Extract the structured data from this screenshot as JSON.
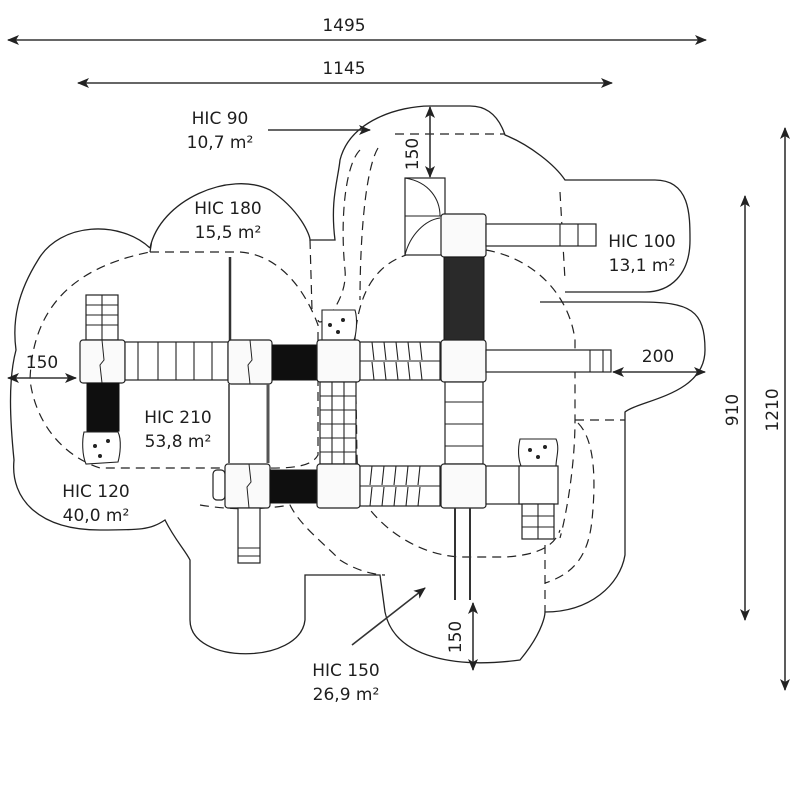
{
  "drawing": {
    "title": "Playground equipment safety zone plan",
    "units": "cm",
    "colors": {
      "line": "#222222",
      "tunnel": "#0f0f0f",
      "background": "#ffffff"
    }
  },
  "dimensions": {
    "overall_width": "1495",
    "equipment_width": "1145",
    "overall_depth": "1210",
    "equipment_depth": "910",
    "clearance_left": "150",
    "clearance_top": "150",
    "clearance_bottom": "150",
    "clearance_right_slide": "200"
  },
  "zones": [
    {
      "id": "hic90",
      "label": "HIC 90",
      "area": "10,7 m²"
    },
    {
      "id": "hic180",
      "label": "HIC 180",
      "area": "15,5 m²"
    },
    {
      "id": "hic100",
      "label": "HIC 100",
      "area": "13,1 m²"
    },
    {
      "id": "hic210",
      "label": "HIC 210",
      "area": "53,8 m²"
    },
    {
      "id": "hic120",
      "label": "HIC 120",
      "area": "40,0 m²"
    },
    {
      "id": "hic150",
      "label": "HIC 150",
      "area": "26,9 m²"
    }
  ]
}
